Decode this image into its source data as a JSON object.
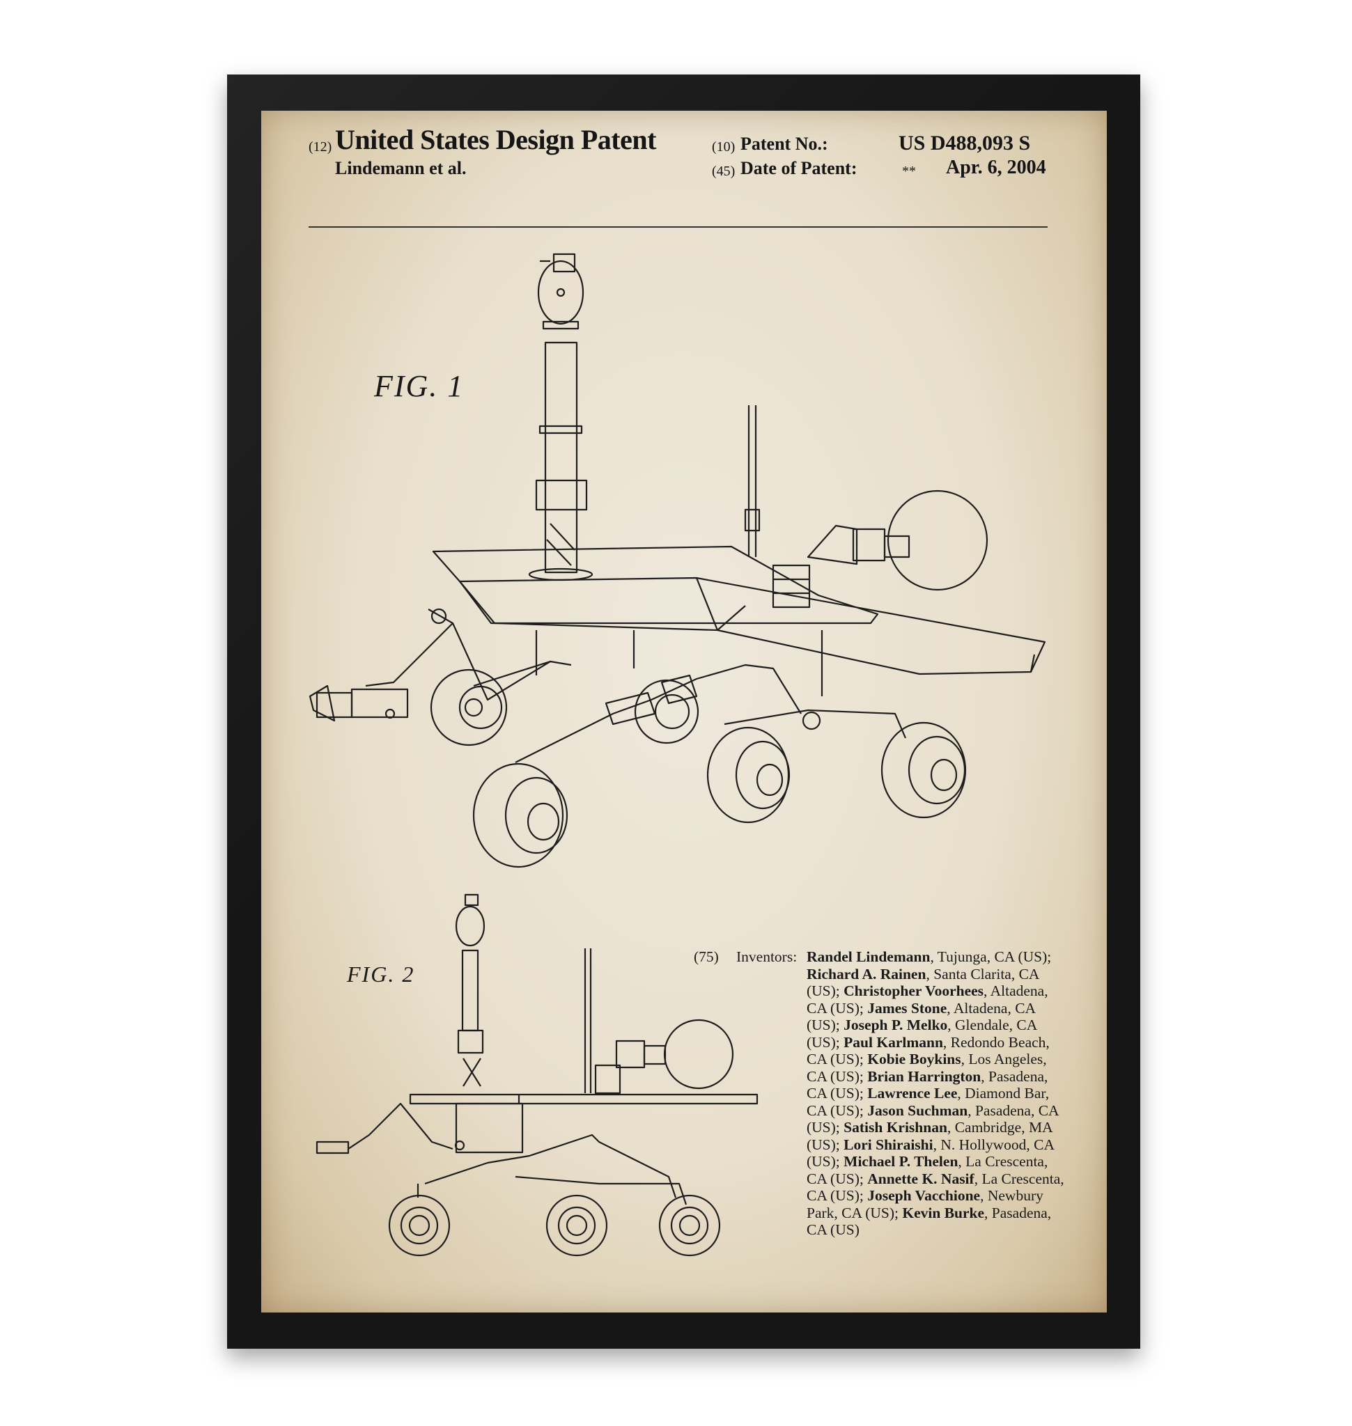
{
  "header": {
    "code12": "(12)",
    "title": "United States Design Patent",
    "assignee_line": "Lindemann et al.",
    "code10": "(10)",
    "patent_no_label": "Patent No.:",
    "patent_no": "US D488,093 S",
    "code45": "(45)",
    "date_label": "Date of Patent:",
    "date_marker": "**",
    "date": "Apr. 6, 2004"
  },
  "figures": {
    "fig1": "FIG. 1",
    "fig2": "FIG. 2"
  },
  "inventors": {
    "code": "(75)",
    "label": "Inventors:",
    "list": [
      {
        "name": "Randel Lindemann",
        "rest": ", Tujunga, CA (US); "
      },
      {
        "name": "Richard A. Rainen",
        "rest": ", Santa Clarita, CA (US); "
      },
      {
        "name": "Christopher Voorhees",
        "rest": ", Altadena, CA (US); "
      },
      {
        "name": "James Stone",
        "rest": ", Altadena, CA (US); "
      },
      {
        "name": "Joseph P. Melko",
        "rest": ", Glendale, CA (US); "
      },
      {
        "name": "Paul Karlmann",
        "rest": ", Redondo Beach, CA (US); "
      },
      {
        "name": "Kobie Boykins",
        "rest": ", Los Angeles, CA (US); "
      },
      {
        "name": "Brian Harrington",
        "rest": ", Pasadena, CA (US); "
      },
      {
        "name": "Lawrence Lee",
        "rest": ", Diamond Bar, CA (US); "
      },
      {
        "name": "Jason Suchman",
        "rest": ", Pasadena, CA (US); "
      },
      {
        "name": "Satish Krishnan",
        "rest": ", Cambridge, MA (US); "
      },
      {
        "name": "Lori Shiraishi",
        "rest": ", N. Hollywood, CA (US); "
      },
      {
        "name": "Michael P. Thelen",
        "rest": ", La Crescenta, CA (US); "
      },
      {
        "name": "Annette K. Nasif",
        "rest": ", La Crescenta, CA (US); "
      },
      {
        "name": "Joseph Vacchione",
        "rest": ", Newbury Park, CA (US); "
      },
      {
        "name": "Kevin Burke",
        "rest": ", Pasadena, CA (US)"
      }
    ]
  },
  "colors": {
    "frame": "#161616",
    "paper": "#e8dfcc",
    "ink": "#1a1a1a"
  }
}
